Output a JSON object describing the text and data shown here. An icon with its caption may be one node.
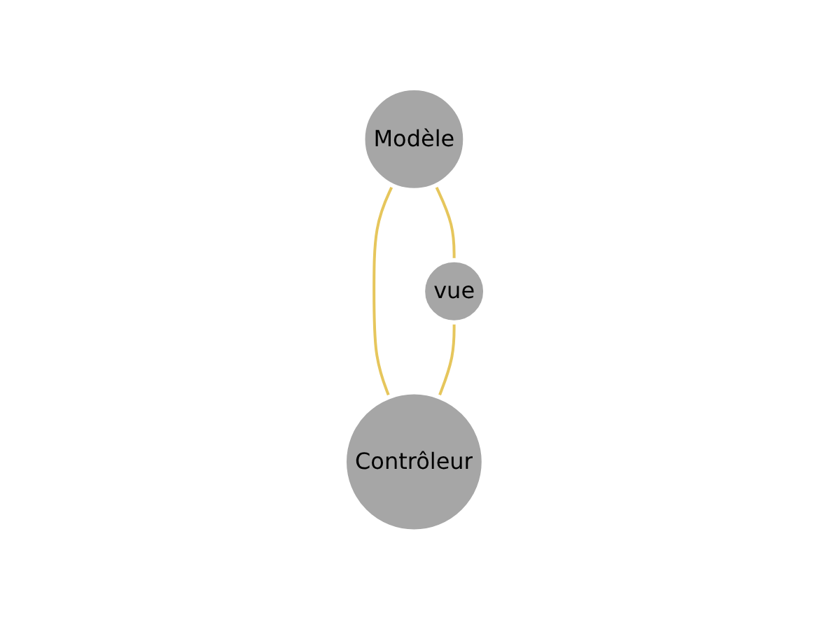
{
  "diagram": {
    "nodes": [
      {
        "text": [
          "Modèle"
        ]
      },
      {
        "text": [
          "vue"
        ]
      },
      {
        "text": [
          "Contrôleur"
        ]
      }
    ],
    "edges": [
      {
        "from": 0,
        "to": 1,
        "arrow": "none"
      },
      {
        "from": 0,
        "to": 2,
        "arrow": "none"
      },
      {
        "from": 1,
        "to": 2,
        "arrow": "none"
      }
    ]
  }
}
